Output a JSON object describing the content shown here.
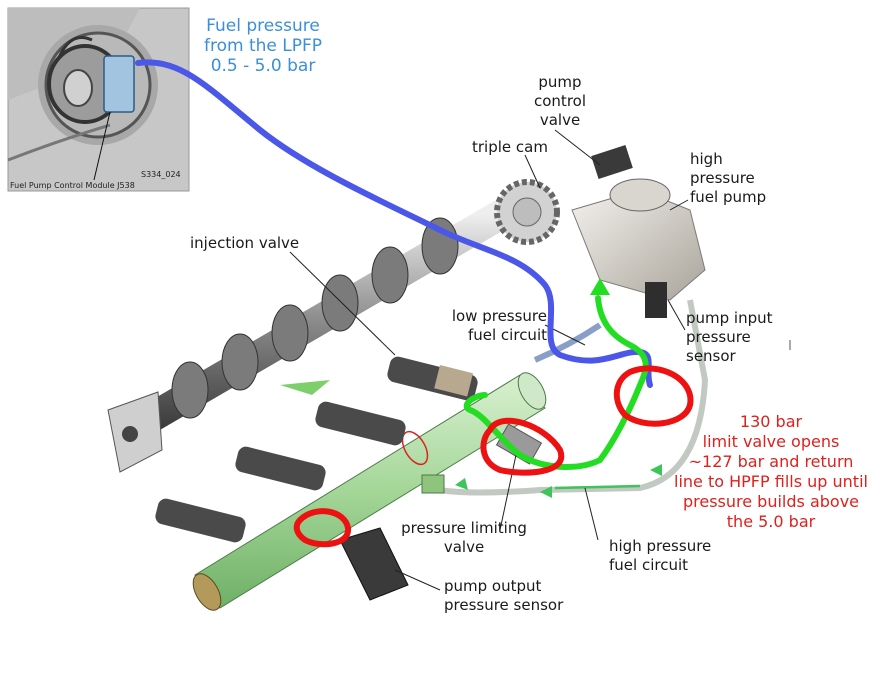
{
  "inset": {
    "caption_code": "S334_024",
    "module_label": "Fuel Pump Control Module J538"
  },
  "notes": {
    "lpfp_pressure": [
      "Fuel pressure",
      "from the LPFP",
      "0.5 - 5.0 bar"
    ],
    "relief_explanation": [
      "130 bar",
      "limit valve opens",
      "~127 bar and return",
      "line to HPFP fills up until",
      "pressure builds above",
      "the 5.0 bar"
    ]
  },
  "labels": {
    "pump_control_valve": [
      "pump",
      "control",
      "valve"
    ],
    "triple_cam": "triple cam",
    "high_pressure_fuel_pump": [
      "high",
      "pressure",
      "fuel pump"
    ],
    "injection_valve": "injection valve",
    "low_pressure_fuel_circuit": [
      "low pressure",
      "fuel circuit"
    ],
    "pump_input_pressure_sensor": [
      "pump input",
      "pressure",
      "sensor"
    ],
    "pressure_limiting_valve": [
      "pressure limiting",
      "valve"
    ],
    "high_pressure_fuel_circuit": [
      "high pressure",
      "fuel circuit"
    ],
    "pump_output_pressure_sensor": [
      "pump output",
      "pressure sensor"
    ]
  },
  "colors": {
    "blue_line": "#4a57e8",
    "green_line": "#22dd22",
    "red_circle": "#ee1111",
    "blue_text": "#3a8fd9",
    "red_text": "#e0201c",
    "rail": "#a9d9a0"
  }
}
